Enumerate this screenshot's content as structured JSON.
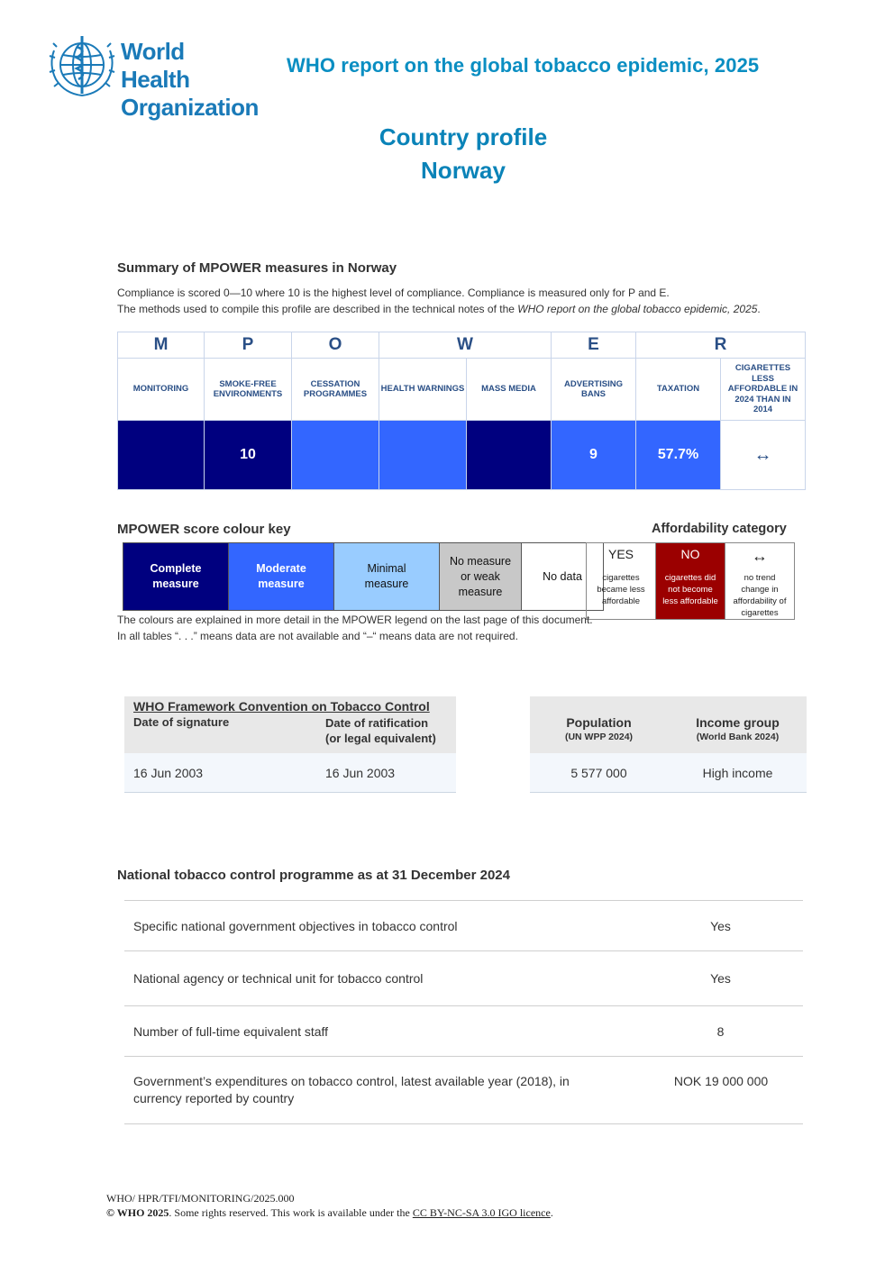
{
  "header": {
    "logo_line1": "World Health",
    "logo_line2": "Organization",
    "report_title": "WHO report on the global tobacco epidemic, 2025",
    "profile_label": "Country profile",
    "country": "Norway"
  },
  "summary": {
    "heading": "Summary of MPOWER measures in Norway",
    "note_line1": "Compliance is scored 0—10 where 10 is the highest level of compliance. Compliance is measured only for P and E.",
    "note_line2_prefix": "The methods used to compile this profile are described in the technical notes of the ",
    "note_line2_italic": "WHO report on the global tobacco epidemic, 2025",
    "note_line2_suffix": ".",
    "letters": [
      "M",
      "P",
      "O",
      "W",
      "E",
      "R"
    ],
    "columns": [
      {
        "label": "MONITORING",
        "value": "",
        "category": "complete"
      },
      {
        "label": "SMOKE-FREE ENVIRONMENTS",
        "value": "10",
        "category": "complete"
      },
      {
        "label": "CESSATION PROGRAMMES",
        "value": "",
        "category": "moderate"
      },
      {
        "label": "HEALTH WARNINGS",
        "value": "",
        "category": "moderate"
      },
      {
        "label": "MASS MEDIA",
        "value": "",
        "category": "complete"
      },
      {
        "label": "ADVERTISING BANS",
        "value": "9",
        "category": "moderate"
      },
      {
        "label": "TAXATION",
        "value": "57.7%",
        "category": "moderate"
      },
      {
        "label": "CIGARETTES LESS AFFORDABLE IN 2024 THAN IN 2014",
        "value": "↔",
        "category": "white"
      }
    ]
  },
  "colour_key": {
    "heading": "MPOWER score colour key",
    "items": [
      {
        "label": "Complete measure",
        "color": "#00007f"
      },
      {
        "label": "Moderate measure",
        "color": "#3366ff"
      },
      {
        "label": "Minimal measure",
        "color": "#99ccff"
      },
      {
        "label": "No measure or weak measure",
        "color": "#c8c8c8"
      },
      {
        "label": "No data",
        "color": "#ffffff"
      }
    ],
    "note_line1": "The colours are explained in more detail in the MPOWER legend on the last page of this document.",
    "note_line2": "In all tables “. . .” means data are not available and “–“ means data are not required."
  },
  "affordability": {
    "heading": "Affordability category",
    "items": [
      {
        "head": "YES",
        "desc": "cigarettes became less affordable"
      },
      {
        "head": "NO",
        "desc": "cigarettes did not become less affordable"
      },
      {
        "head": "↔",
        "desc": "no trend change in affordability of cigarettes"
      }
    ]
  },
  "fctc": {
    "title": "WHO Framework Convention on Tobacco Control",
    "col1": "Date of signature",
    "col2_line1": "Date of ratification",
    "col2_line2": "(or legal equivalent)",
    "signature": "16 Jun 2003",
    "ratification": "16 Jun 2003"
  },
  "population": {
    "pop_label": "Population",
    "pop_source": "(UN WPP 2024)",
    "income_label": "Income group",
    "income_source": "(World Bank 2024)",
    "pop_value": "5 577 000",
    "income_value": "High income"
  },
  "programme": {
    "heading": "National tobacco control programme as at 31 December 2024",
    "rows": [
      {
        "label": "Specific national government objectives in tobacco control",
        "value": "Yes"
      },
      {
        "label": "National agency or technical unit for tobacco control",
        "value": "Yes"
      },
      {
        "label": "Number of full-time equivalent staff",
        "value": "8"
      },
      {
        "label": "Government’s expenditures on tobacco control, latest available year (2018), in currency reported by country",
        "value": "NOK 19 000 000"
      }
    ]
  },
  "footer": {
    "doc_id": "WHO/ HPR/TFI/MONITORING/2025.000",
    "copyright_bold": "© WHO 2025",
    "copyright_rest": ". Some rights reserved. This work is available under the ",
    "licence": "CC BY-NC-SA 3.0 IGO licence",
    "end": "."
  }
}
